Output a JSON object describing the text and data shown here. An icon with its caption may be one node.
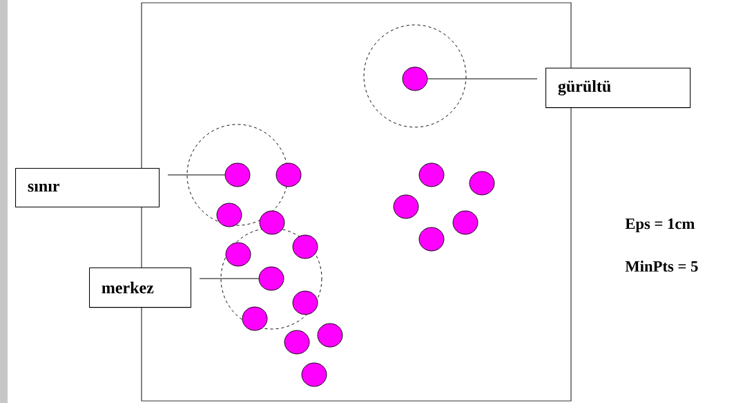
{
  "diagram": {
    "nodes": [
      {
        "text": [
          "sınır"
        ]
      },
      {
        "text": [
          "merkez"
        ]
      },
      {
        "text": [
          "gürültü"
        ]
      },
      {
        "text": [],
        "shape": "circle"
      },
      {
        "text": [],
        "shape": "circle"
      },
      {
        "text": [],
        "shape": "circle"
      },
      {
        "text": [],
        "shape": "circle"
      },
      {
        "text": [],
        "shape": "circle"
      },
      {
        "text": [],
        "shape": "circle"
      },
      {
        "text": [],
        "shape": "circle"
      },
      {
        "text": [],
        "shape": "circle"
      },
      {
        "text": [],
        "shape": "circle"
      },
      {
        "text": [],
        "shape": "circle"
      },
      {
        "text": [],
        "shape": "circle"
      },
      {
        "text": [],
        "shape": "circle"
      },
      {
        "text": [],
        "shape": "circle"
      },
      {
        "text": [],
        "shape": "circle"
      },
      {
        "text": [],
        "shape": "circle"
      },
      {
        "text": [],
        "shape": "circle"
      },
      {
        "text": [],
        "shape": "circle"
      },
      {
        "text": [],
        "shape": "circle"
      }
    ],
    "edges": [
      {
        "from": 0,
        "to": 4,
        "arrow": "none"
      },
      {
        "from": 1,
        "to": 15,
        "arrow": "none"
      },
      {
        "from": 2,
        "to": 3,
        "arrow": "none"
      }
    ],
    "labels": [
      "Eps = 1cm",
      "MinPts = 5"
    ]
  }
}
